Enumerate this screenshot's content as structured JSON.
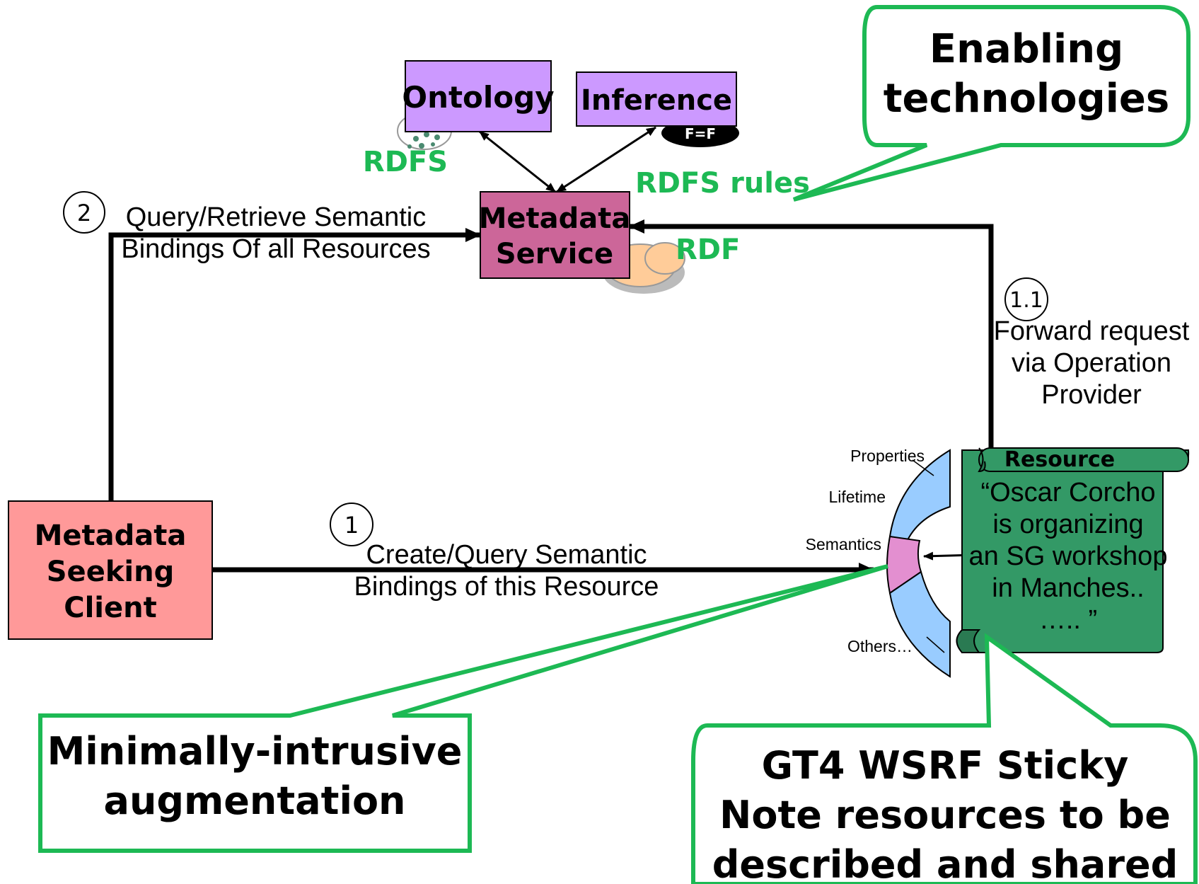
{
  "boxes": {
    "ontology": "Ontology",
    "inference": "Inference",
    "metadata_service": [
      "Metadata",
      "Service"
    ],
    "client": [
      "Metadata",
      "Seeking",
      "Client"
    ],
    "resource_title": "Resource",
    "resource_note": [
      "“Oscar Corcho",
      "is organizing",
      "an SG workshop",
      "in Manches..",
      "….. ”"
    ]
  },
  "labels": {
    "rdfs": "RDFS",
    "rdfs_rules": "RDFS rules",
    "rdf": "RDF",
    "query": [
      "Query/Retrieve Semantic",
      "Bindings Of all Resources"
    ],
    "create": [
      "Create/Query Semantic",
      "Bindings of this Resource"
    ],
    "forward": [
      "Forward request",
      "via Operation",
      "Provider"
    ]
  },
  "steps": {
    "two": "2",
    "one": "1",
    "one_one": "1.1"
  },
  "resource_props": {
    "properties": "Properties",
    "lifetime": "Lifetime",
    "semantics": "Semantics",
    "others": "Others…"
  },
  "callouts": {
    "enabling": [
      "Enabling",
      "technologies"
    ],
    "minimally": [
      "Minimally-intrusive",
      "augmentation"
    ],
    "gt4": [
      "GT4 WSRF Sticky",
      "Note resources to be",
      "described and shared"
    ]
  },
  "colors": {
    "green": "#1db954",
    "purple_box": "#cc99ff",
    "service_box": "#cc6699",
    "client_box": "#ff9999",
    "resource_green": "#339966",
    "prop_blue": "#99ccff",
    "semantics_pink": "#e38fd0"
  }
}
